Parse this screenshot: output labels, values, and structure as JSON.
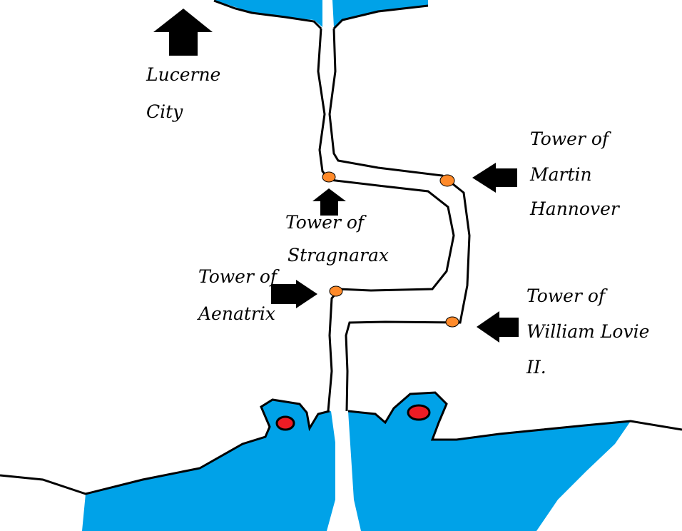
{
  "colors": {
    "water": "#00a2e8",
    "tower": "#ff8a2a",
    "city_dot": "#ed1c24",
    "ink": "#000000"
  },
  "labels": {
    "lucerne": [
      "Lucerne",
      "City"
    ],
    "martin": [
      "Tower of",
      "Martin",
      "Hannover"
    ],
    "stragnarax": [
      "Tower of",
      "Stragnarax"
    ],
    "aenatrix": [
      "Tower of",
      "Aenatrix"
    ],
    "william": [
      "Tower of",
      "William Lovie",
      "II."
    ]
  }
}
